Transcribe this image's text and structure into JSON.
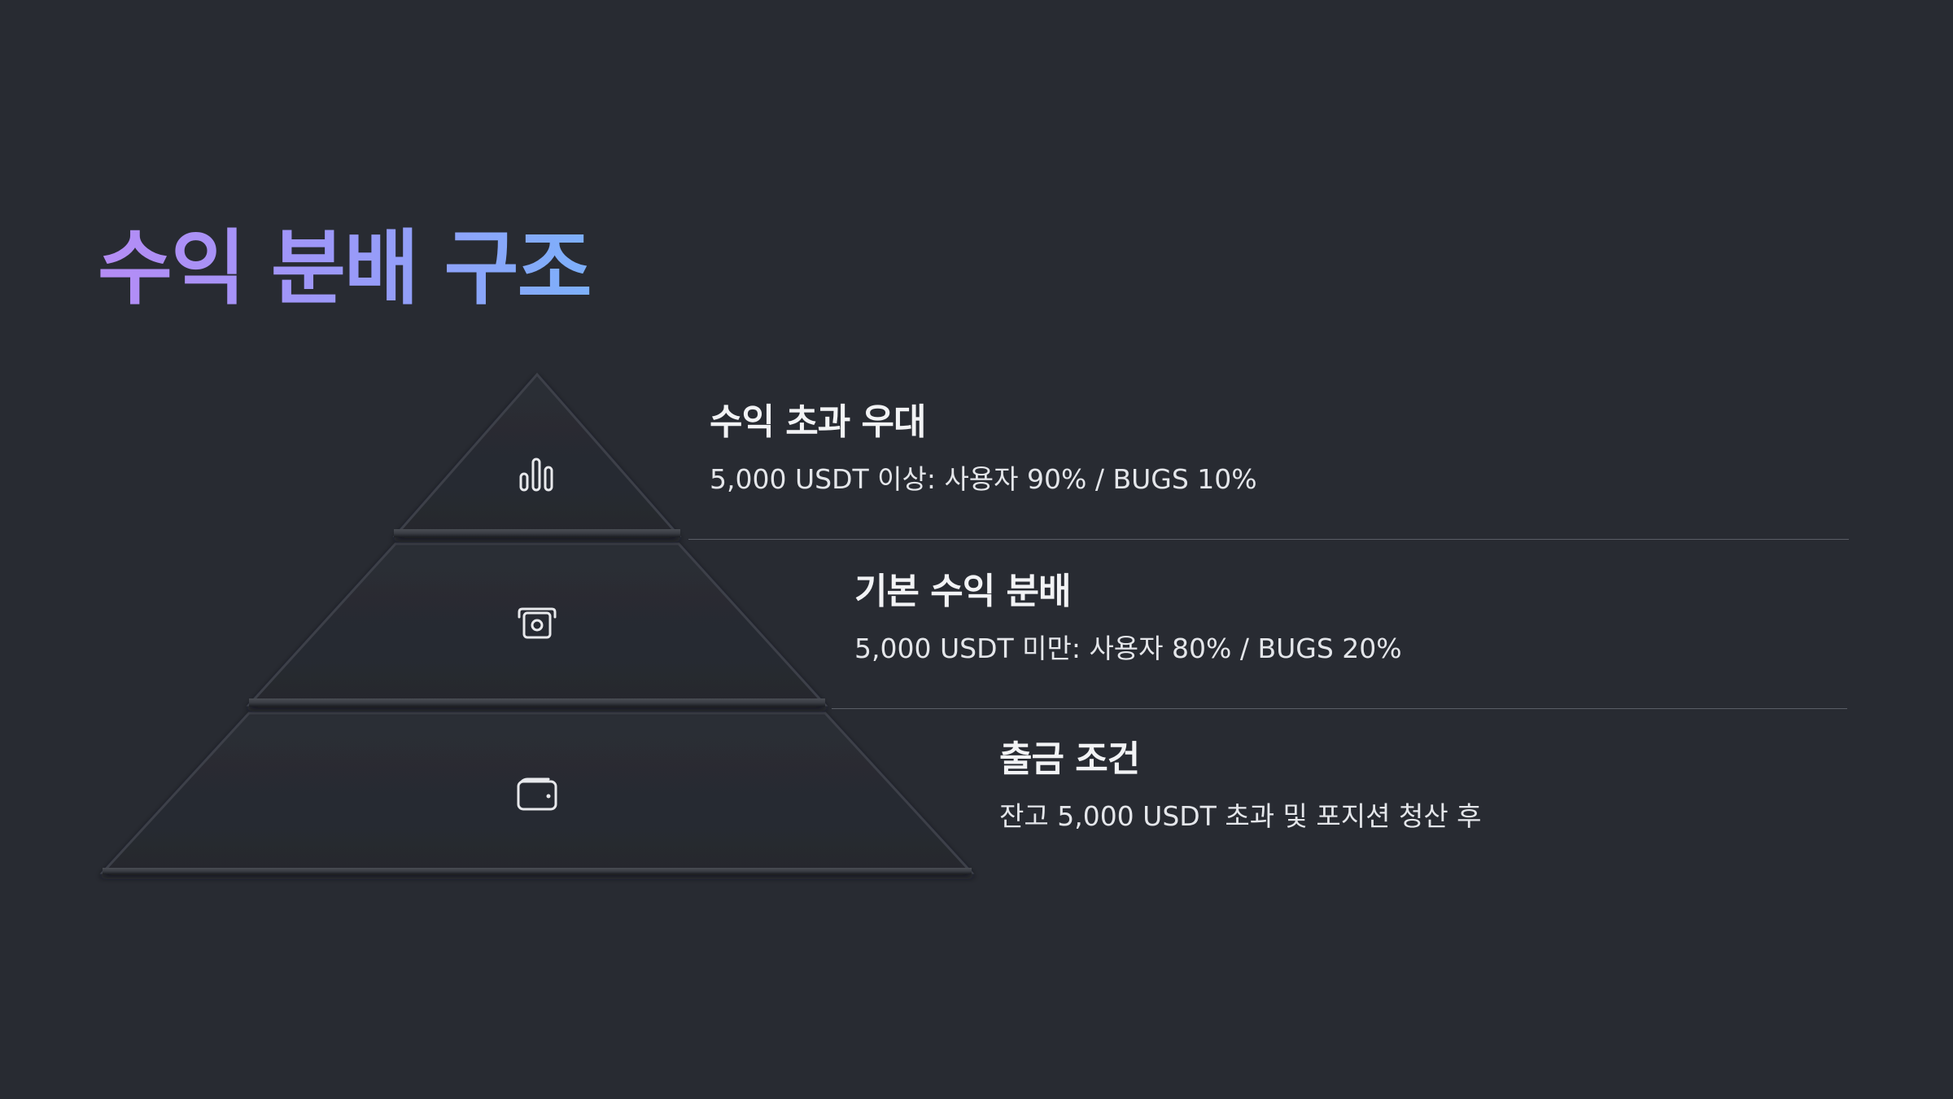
{
  "title": "수익 분배 구조",
  "tiers": [
    {
      "icon": "bar-chart-icon",
      "heading": "수익 초과 우대",
      "description": "5,000 USDT 이상: 사용자 90% / BUGS 10%"
    },
    {
      "icon": "cash-icon",
      "heading": "기본 수익 분배",
      "description": "5,000 USDT 미만: 사용자 80% / BUGS 20%"
    },
    {
      "icon": "wallet-icon",
      "heading": "출금 조건",
      "description": "잔고 5,000 USDT 초과 및 포지션 청산 후"
    }
  ],
  "colors": {
    "background": "#282b32",
    "title_gradient_start": "#b58cf5",
    "title_gradient_end": "#7db0fb",
    "text": "#f2f3f5",
    "divider": "#5a5e66"
  }
}
